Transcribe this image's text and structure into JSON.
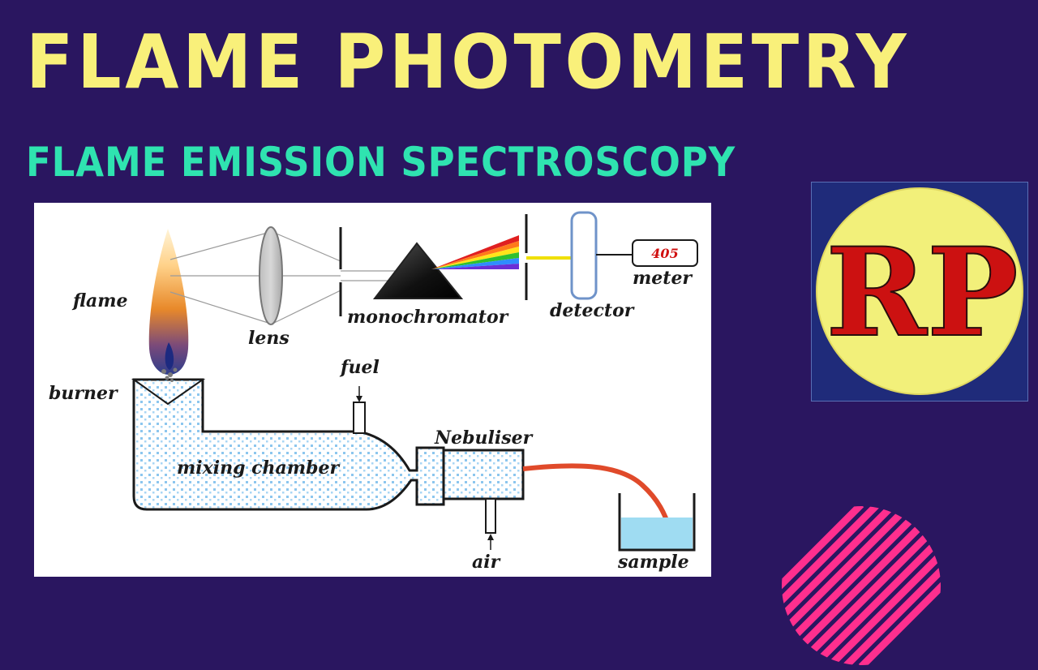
{
  "header": {
    "title": "FLAME PHOTOMETRY",
    "subtitle": "FLAME EMISSION SPECTROSCOPY"
  },
  "diagram": {
    "labels": {
      "flame": "flame",
      "lens": "lens",
      "monochromator": "monochromator",
      "detector": "detector",
      "meter": "meter",
      "meter_reading": "405",
      "burner": "burner",
      "fuel": "fuel",
      "nebuliser": "Nebuliser",
      "mixing_chamber": "mixing chamber",
      "air": "air",
      "sample": "sample"
    }
  },
  "logo": {
    "text": "RP",
    "colors": {
      "circle": "#f2f07a",
      "letters": "#cc1111",
      "background": "#1f2b7a"
    }
  },
  "colors": {
    "background": "#2a1660",
    "title": "#f9f07a",
    "subtitle": "#2fe3b0",
    "panel": "#ffffff",
    "stripes": "#ff2f8e"
  }
}
